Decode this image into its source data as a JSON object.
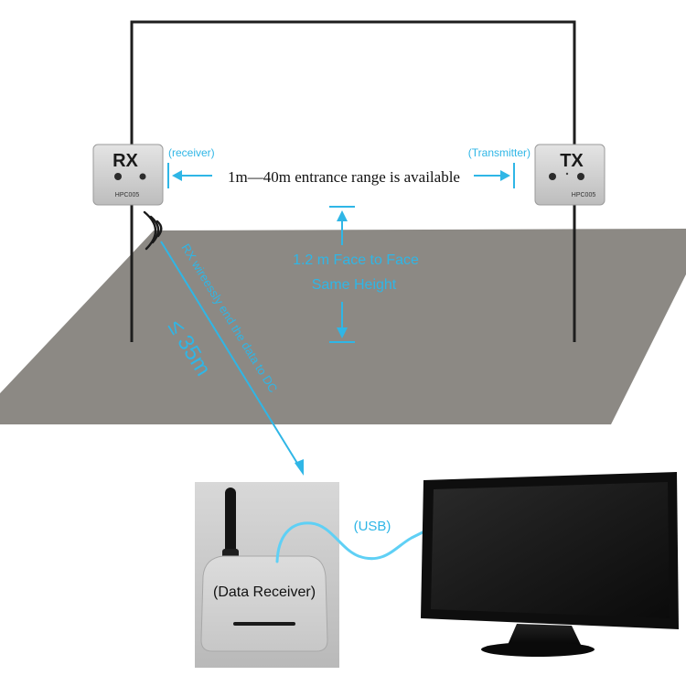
{
  "rx_device": {
    "label": "RX",
    "model": "HPC005"
  },
  "tx_device": {
    "label": "TX",
    "model": "HPC005"
  },
  "rx_caption": "(receiver)",
  "tx_caption": "(Transmitter)",
  "range_text": "1m—40m entrance range is available",
  "height_text": {
    "line1": "1.2 m Face to Face",
    "line2": "Same Height"
  },
  "wireless_text": "RX wireessly end the data to DC",
  "distance_text": "≤ 35m",
  "usb_text": "(USB)",
  "data_receiver_label": "(Data Receiver)",
  "colors": {
    "accent": "#2fb6e6",
    "floor": "#8c8984",
    "frame": "#1e1e1e",
    "device_face": "#d3d3d3",
    "monitor": "#111111"
  }
}
